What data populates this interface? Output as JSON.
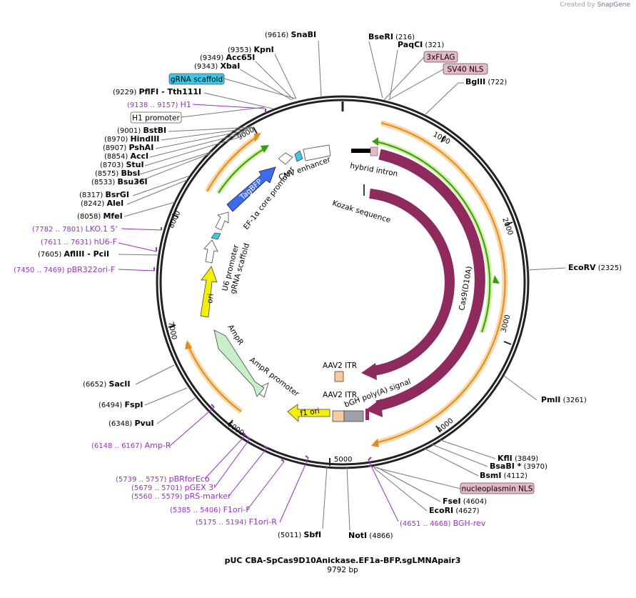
{
  "watermark": {
    "prefix": "Created by",
    "brand": "SnapGene"
  },
  "plasmid": {
    "name": "pUC CBA-SpCas9D10Anickase.EF1a-BFP.sgLMNApair3",
    "length_label": "9792 bp"
  },
  "ticks": [
    "1000",
    "2000",
    "3000",
    "4000",
    "5000",
    "6000",
    "7000",
    "8000",
    "9000"
  ],
  "sites_right": [
    {
      "name": "BseRI",
      "pos": "(216)"
    },
    {
      "name": "PaqCI",
      "pos": "(321)"
    },
    {
      "name": "BglII",
      "pos": "(722)"
    },
    {
      "name": "EcoRV",
      "pos": "(2325)"
    },
    {
      "name": "PmlI",
      "pos": "(3261)"
    },
    {
      "name": "KflI",
      "pos": "(3849)"
    },
    {
      "name": "BsaBI *",
      "pos": "(3970)"
    },
    {
      "name": "BsmI",
      "pos": "(4112)"
    },
    {
      "name": "FseI",
      "pos": "(4604)"
    },
    {
      "name": "EcoRI",
      "pos": "(4627)"
    },
    {
      "name": "NotI",
      "pos": "(4866)"
    }
  ],
  "sites_left": [
    {
      "name": "SnaBI",
      "pos": "(9616)"
    },
    {
      "name": "KpnI",
      "pos": "(9353)"
    },
    {
      "name": "Acc65I",
      "pos": "(9349)"
    },
    {
      "name": "XbaI",
      "pos": "(9343)"
    },
    {
      "name": "PflFI",
      "pos": "(9229)",
      "extra": "- Tth111I"
    },
    {
      "name": "BstBI",
      "pos": "(9001)"
    },
    {
      "name": "HindIII",
      "pos": "(8970)"
    },
    {
      "name": "PshAI",
      "pos": "(8907)"
    },
    {
      "name": "AccI",
      "pos": "(8854)"
    },
    {
      "name": "StuI",
      "pos": "(8703)"
    },
    {
      "name": "BbsI",
      "pos": "(8575)"
    },
    {
      "name": "Bsu36I",
      "pos": "(8533)"
    },
    {
      "name": "BsrGI",
      "pos": "(8317)"
    },
    {
      "name": "AleI",
      "pos": "(8242)"
    },
    {
      "name": "MfeI",
      "pos": "(8058)"
    },
    {
      "name": "AflIII",
      "pos": "(7605)",
      "extra": "- PciI"
    },
    {
      "name": "SacII",
      "pos": "(6652)"
    },
    {
      "name": "FspI",
      "pos": "(6494)"
    },
    {
      "name": "PvuI",
      "pos": "(6348)"
    },
    {
      "name": "SbfI",
      "pos": "(5011)"
    }
  ],
  "primers": [
    {
      "range": "(9138 .. 9157)",
      "name": "H1"
    },
    {
      "range": "(7782 .. 7801)",
      "name": "LKO.1 5'"
    },
    {
      "range": "(7611 .. 7631)",
      "name": "hU6-F"
    },
    {
      "range": "(7450 .. 7469)",
      "name": "pBR322ori-F"
    },
    {
      "range": "(6148 .. 6167)",
      "name": "Amp-R"
    },
    {
      "range": "(5739 .. 5757)",
      "name": "pBRforEco"
    },
    {
      "range": "(5679 .. 5701)",
      "name": "pGEX 3'"
    },
    {
      "range": "(5560 .. 5579)",
      "name": "pRS-marker"
    },
    {
      "range": "(5385 .. 5406)",
      "name": "F1ori-F"
    },
    {
      "range": "(5175 .. 5194)",
      "name": "F1ori-R"
    },
    {
      "range": "(4651 .. 4668)",
      "name": "BGH-rev"
    }
  ],
  "feature_boxes": [
    {
      "label": "3xFLAG",
      "fill": "#e6b8c8"
    },
    {
      "label": "SV40 NLS",
      "fill": "#e6b8c8"
    },
    {
      "label": "gRNA scaffold",
      "fill": "#3ec8e8"
    },
    {
      "label": "H1 promoter",
      "fill": "#ffffff"
    },
    {
      "label": "nucleoplasmin NLS",
      "fill": "#e6b8c8"
    }
  ],
  "features": {
    "hybrid_intron": "hybrid intron",
    "kozak": "Kozak sequence",
    "cas9": "Cas9",
    "cas9_d10a": "Cas9(D10A)",
    "aav2_itr_1": "AAV2 ITR",
    "aav2_itr_2": "AAV2 ITR",
    "bgh": "bGH poly(A) signal",
    "f1_ori": "f1 ori",
    "ampr_promoter": "AmpR promoter",
    "ampr": "AmpR",
    "ori": "ori",
    "u6_promoter": "U6 promoter",
    "grna_scaffold": "gRNA scaffold",
    "ef1a": "EF-1α core promoter",
    "tagbfp": "TagBFP",
    "cmv": "CMV enhancer"
  },
  "colors": {
    "cas9": "#8e2a5e",
    "tagbfp": "#3d6bf0",
    "ori": "#f5f000",
    "ampr": "#c8f0c8",
    "orange": "#e08c1e",
    "green": "#3a9a12",
    "primer": "#9a30c0",
    "grna": "#3ec8e8",
    "aav": "#f8c8a0",
    "bgh": "#a0a0a8"
  }
}
